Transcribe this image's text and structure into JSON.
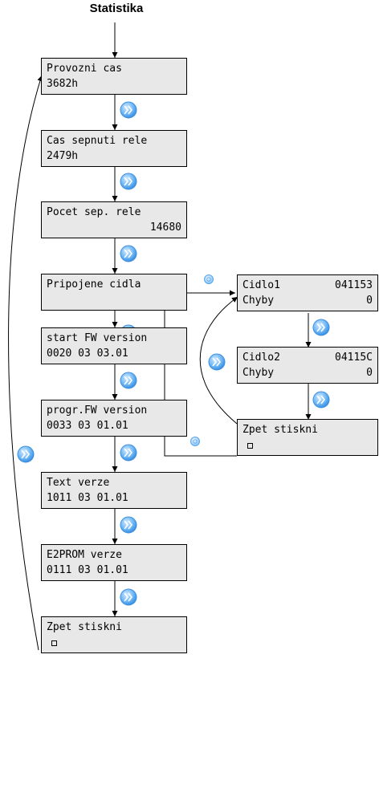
{
  "title": "Statistika",
  "boxes": {
    "provozni": {
      "line1": "Provozni cas",
      "line2": "3682h"
    },
    "sepnuti": {
      "line1": "Cas sepnuti rele",
      "line2": "2479h"
    },
    "pocet": {
      "line1": "Pocet sep. rele",
      "line2": "14680"
    },
    "cidla": {
      "line1": "Pripojene cidla",
      "line2": ""
    },
    "cidlo1": {
      "name": "Cidlo1",
      "id": "041153",
      "label": "Chyby",
      "value": "0"
    },
    "cidlo2": {
      "name": "Cidlo2",
      "id": "04115C",
      "label": "Chyby",
      "value": "0"
    },
    "zpet_right": {
      "line1": "Zpet stiskni"
    },
    "start_fw": {
      "line1": "start FW version",
      "line2": "0020 03 03.01"
    },
    "progr_fw": {
      "line1": "progr.FW version",
      "line2": "0033 03 01.01"
    },
    "text": {
      "line1": "Text verze",
      "line2": "1011 03 01.01"
    },
    "e2prom": {
      "line1": "E2PROM verze",
      "line2": "0111 03 01.01"
    },
    "zpet_bottom": {
      "line1": "Zpet stiskni"
    }
  },
  "colors": {
    "box_fill": "#e8e8e8",
    "button_blue": "#3d9cf0",
    "button_light": "#b9dcff"
  },
  "icons": {
    "next": "double-chevron-right-icon",
    "select": "circle-button-icon"
  }
}
